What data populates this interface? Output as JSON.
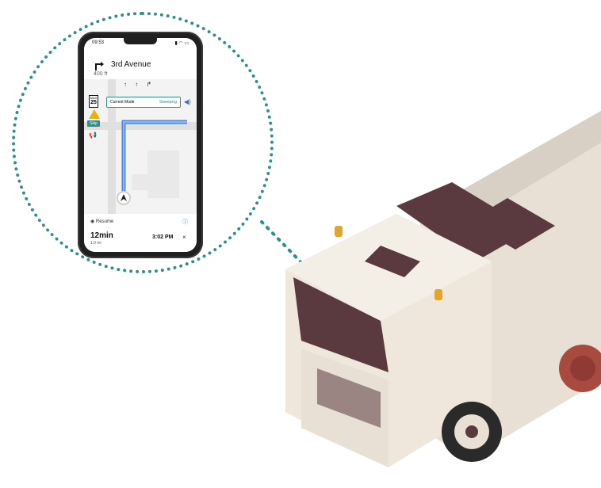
{
  "colors": {
    "ring": "#2f8f86",
    "phone": "#1f1f1f",
    "route": "#4a86e8",
    "warning": "#f0b000",
    "truck_body": "#e8e0d4",
    "truck_dark": "#5a3a3f",
    "brush": "#a84a3f",
    "beacon": "#e2a52a"
  },
  "phone_ui": {
    "status": {
      "time": "09:53"
    },
    "header": {
      "street": "3rd Avenue",
      "distance": "400 ft",
      "turn_icon": "turn-right-icon"
    },
    "map": {
      "lane_arrows": "↑ ↑ ↱",
      "max_sign": {
        "top": "MAX",
        "value": "25"
      },
      "mode": {
        "label": "Current Mode",
        "value": "Sweeping"
      },
      "skip_label": "Skip"
    },
    "bottom": {
      "resume": "Resume",
      "eta_min": "12min",
      "eta_mi": "1.0 mi",
      "arrival": "3:02 PM",
      "close": "×"
    }
  }
}
